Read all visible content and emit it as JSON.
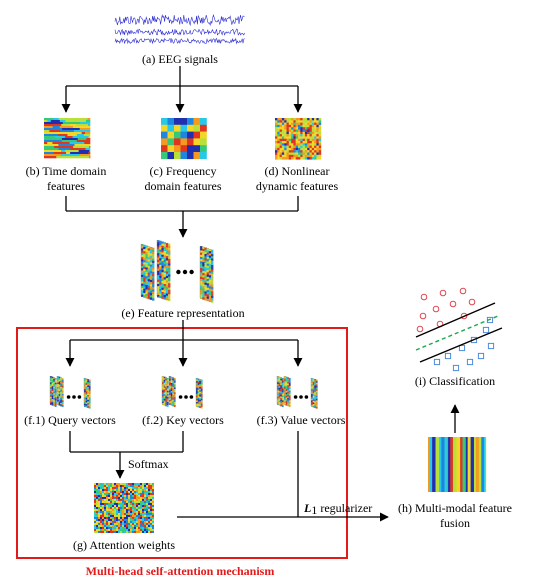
{
  "labels": {
    "eeg_signals": "(a) EEG signals",
    "time_domain_1": "(b) Time domain",
    "time_domain_2": "features",
    "frequency_domain_1": "(c) Frequency",
    "frequency_domain_2": "domain features",
    "nonlinear_1": "(d) Nonlinear",
    "nonlinear_2": "dynamic features",
    "feature_representation": "(e) Feature representation",
    "query_vectors": "(f.1) Query vectors",
    "key_vectors": "(f.2) Key vectors",
    "value_vectors": "(f.3) Value vectors",
    "softmax": "Softmax",
    "attention_weights": "(g) Attention weights",
    "regularizer_symbol": "L",
    "regularizer_subscript": "1",
    "regularizer_text": " regularizer",
    "fusion_1": "(h) Multi-modal feature",
    "fusion_2": "fusion",
    "classification": "(i) Classification",
    "mechanism_title": "Multi-head self-attention mechanism",
    "ellipsis": "•••"
  },
  "colors": {
    "eeg_signal": "#2b2bd6",
    "mechanism_border": "#e21a1a",
    "mechanism_text": "#e21a1a",
    "class_circle": "#e0474c",
    "class_square": "#4f8ad9",
    "boundary_solid": "#000000",
    "boundary_dashed": "#1aa84a",
    "heat_palette": [
      "#1f2fb0",
      "#1f86e0",
      "#27c8e8",
      "#36c97a",
      "#b9e03a",
      "#f3d626",
      "#f59a1f",
      "#e0351f"
    ]
  }
}
